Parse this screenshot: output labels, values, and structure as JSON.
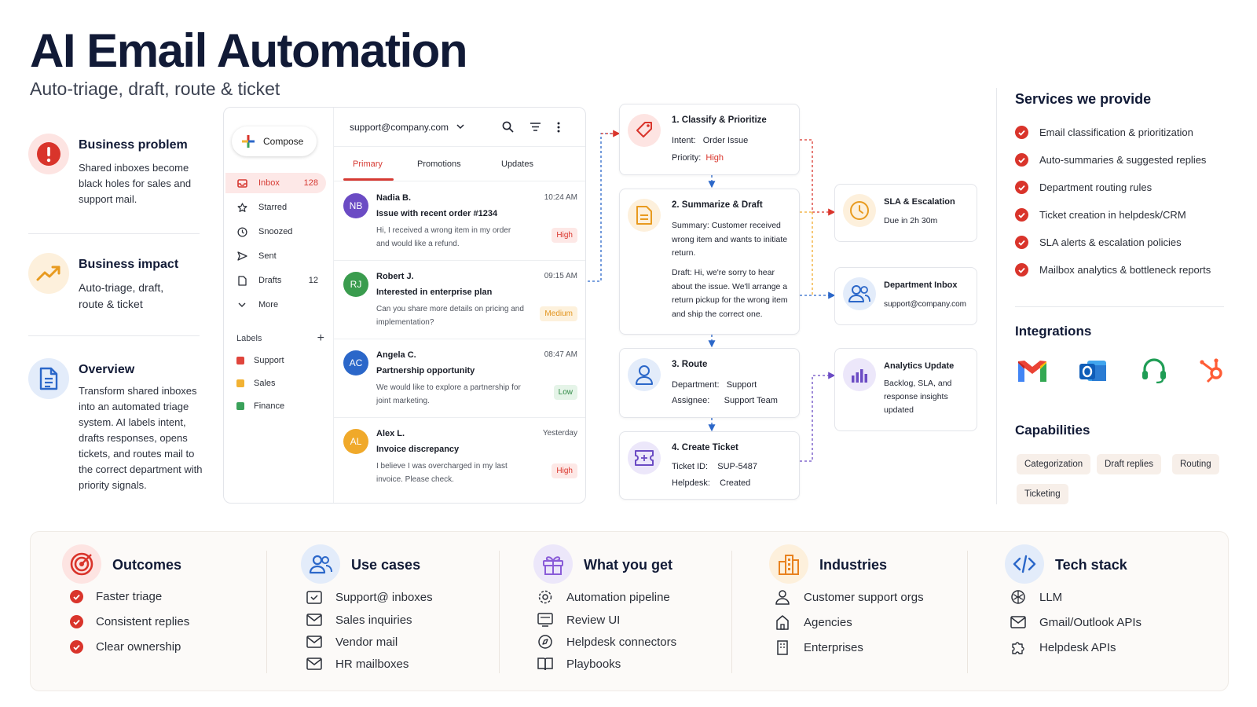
{
  "title": "AI Email Automation",
  "subtitle": "Auto-triage, draft, route & ticket",
  "left": {
    "problem": {
      "heading": "Business problem",
      "text": "Shared inboxes become black holes for sales and support mail."
    },
    "impact": {
      "heading": "Business impact",
      "text": "Auto-triage, draft, route & ticket"
    },
    "overview": {
      "heading": "Overview",
      "text": "Transform shared inboxes into an automated triage system. AI labels intent, drafts responses, opens tickets, and routes mail to the correct department with priority signals."
    }
  },
  "mail": {
    "compose": "Compose",
    "account": "support@company.com",
    "nav": [
      {
        "label": "Inbox",
        "count": "128"
      },
      {
        "label": "Starred",
        "count": ""
      },
      {
        "label": "Snoozed",
        "count": ""
      },
      {
        "label": "Sent",
        "count": ""
      },
      {
        "label": "Drafts",
        "count": "12"
      },
      {
        "label": "More",
        "count": ""
      }
    ],
    "labels_heading": "Labels",
    "labels": [
      {
        "name": "Support",
        "color": "#e0453c"
      },
      {
        "name": "Sales",
        "color": "#f2b233"
      },
      {
        "name": "Finance",
        "color": "#3aa15a"
      }
    ],
    "tabs": [
      "Primary",
      "Promotions",
      "Updates"
    ],
    "messages": [
      {
        "initials": "NB",
        "color": "#6b4bc4",
        "from": "Nadia B.",
        "time": "10:24 AM",
        "subject": "Issue with recent order #1234",
        "preview": "Hi, I received a wrong item in my order and would like a refund.",
        "priority": "High"
      },
      {
        "initials": "RJ",
        "color": "#3a9c4e",
        "from": "Robert J.",
        "time": "09:15 AM",
        "subject": "Interested in enterprise plan",
        "preview": "Can you share more details on pricing and implementation?",
        "priority": "Medium"
      },
      {
        "initials": "AC",
        "color": "#2b67c9",
        "from": "Angela C.",
        "time": "08:47 AM",
        "subject": "Partnership opportunity",
        "preview": "We would like to explore a partnership for joint marketing.",
        "priority": "Low"
      },
      {
        "initials": "AL",
        "color": "#f0a92a",
        "from": "Alex L.",
        "time": "Yesterday",
        "subject": "Invoice discrepancy",
        "preview": "I believe I was overcharged in my last invoice. Please check.",
        "priority": "High"
      }
    ]
  },
  "pipeline": {
    "step1": {
      "title": "1.   Classify & Prioritize",
      "intent_label": "Intent:",
      "intent": "Order Issue",
      "priority_label": "Priority:",
      "priority": "High"
    },
    "step2": {
      "title": "2.   Summarize & Draft",
      "summary": "Summary:  Customer received wrong item and wants to initiate return.",
      "draft": "Draft:  Hi, we're sorry to hear about the issue. We'll arrange a return pickup for the wrong item and ship the correct one."
    },
    "step3": {
      "title": "3.   Route",
      "dept_label": "Department:",
      "dept": "Support",
      "assignee_label": "Assignee:",
      "assignee": "Support Team"
    },
    "step4": {
      "title": "4.   Create Ticket",
      "ticket_label": "Ticket ID:",
      "ticket": "SUP-5487",
      "helpdesk_label": "Helpdesk:",
      "helpdesk": "Created"
    },
    "sla": {
      "title": "SLA & Escalation",
      "text": "Due in 2h 30m"
    },
    "dept_inbox": {
      "title": "Department Inbox",
      "text": "support@company.com"
    },
    "analytics": {
      "title": "Analytics Update",
      "text": "Backlog, SLA, and response insights updated"
    }
  },
  "services": {
    "heading": "Services we provide",
    "items": [
      "Email classification & prioritization",
      "Auto-summaries & suggested replies",
      "Department routing rules",
      "Ticket creation in helpdesk/CRM",
      "SLA alerts & escalation policies",
      "Mailbox analytics & bottleneck reports"
    ]
  },
  "integrations": {
    "heading": "Integrations",
    "icons": [
      "gmail-icon",
      "outlook-icon",
      "headset-icon",
      "hubspot-icon"
    ]
  },
  "capabilities": {
    "heading": "Capabilities",
    "items": [
      "Categorization",
      "Draft replies",
      "Routing",
      "Ticketing"
    ]
  },
  "bottom": {
    "outcomes": {
      "heading": "Outcomes",
      "items": [
        "Faster triage",
        "Consistent replies",
        "Clear ownership"
      ]
    },
    "use_cases": {
      "heading": "Use cases",
      "items": [
        "Support@ inboxes",
        "Sales inquiries",
        "Vendor mail",
        "HR mailboxes"
      ]
    },
    "what_you_get": {
      "heading": "What you get",
      "items": [
        "Automation pipeline",
        "Review UI",
        "Helpdesk connectors",
        "Playbooks"
      ]
    },
    "industries": {
      "heading": "Industries",
      "items": [
        "Customer support orgs",
        "Agencies",
        "Enterprises"
      ]
    },
    "tech_stack": {
      "heading": "Tech stack",
      "items": [
        "LLM",
        "Gmail/Outlook APIs",
        "Helpdesk APIs"
      ]
    }
  },
  "colors": {
    "accent": "#d9342b",
    "navy": "#111a36",
    "blue": "#2b67c9",
    "orange": "#f0a92a",
    "purple": "#6b4bc4"
  }
}
